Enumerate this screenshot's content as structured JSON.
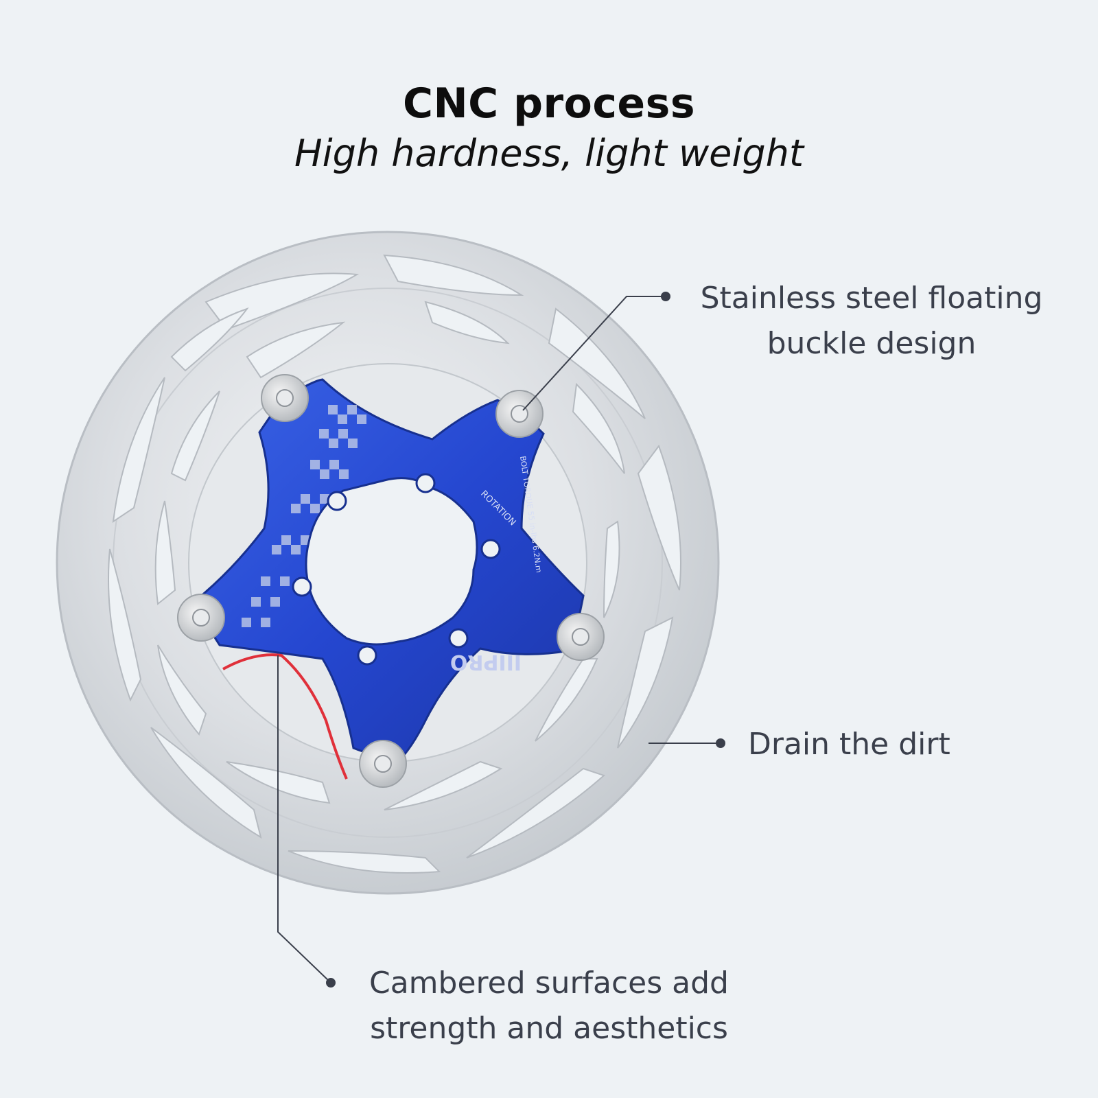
{
  "header": {
    "title": "CNC process",
    "subtitle": "High hardness, light weight"
  },
  "callouts": {
    "stainless": {
      "line1": "Stainless steel floating",
      "line2": "buckle design"
    },
    "drain": {
      "line1": "Drain the dirt"
    },
    "camber": {
      "line1": "Cambered surfaces add",
      "line2": "strength and aesthetics"
    }
  },
  "rotor": {
    "spider_text_rotation": "ROTATION",
    "spider_text_torque": "BOLT TORQUE 55 in-lbs 6.2N.m",
    "spider_logo": "IIIPRO"
  },
  "colors": {
    "background": "#eef2f5",
    "spider_blue": "#2547d0",
    "steel": "#d9dde1",
    "callout_text": "#3a3f4b",
    "camber_highlight": "#e0303a"
  }
}
